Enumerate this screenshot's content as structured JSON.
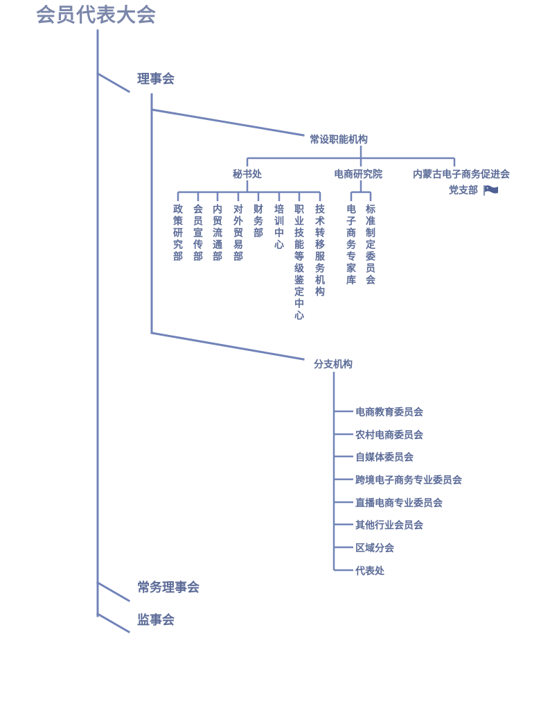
{
  "root": "会员代表大会",
  "council": "理事会",
  "standing_council": "常务理事会",
  "supervisory_board": "监事会",
  "standing_bodies": {
    "label": "常设职能机构",
    "secretariat": {
      "label": "秘书处",
      "departments": [
        "政策研究部",
        "会员宣传部",
        "内贸流通部",
        "对外贸易部",
        "财务部",
        "培训中心",
        "职业技能等级鉴定中心",
        "技术转移服务机构"
      ]
    },
    "ecommerce_institute": {
      "label": "电商研究院",
      "departments": [
        "电子商务专家库",
        "标准制定委员会"
      ]
    },
    "party_org": {
      "label": "内蒙古电子商务促进会",
      "sublabel": "党支部"
    }
  },
  "branches": {
    "label": "分支机构",
    "items": [
      "电商教育委员会",
      "农村电商委员会",
      "自媒体委员会",
      "跨境电子商务专业委员会",
      "直播电商专业委员会",
      "其他行业会员会",
      "区域分会",
      "代表处"
    ]
  },
  "colors": {
    "line": "#7183b8",
    "text": "#5b6b97",
    "title": "#7b87aa"
  },
  "icons": {
    "party_flag": "party-flag-icon"
  }
}
